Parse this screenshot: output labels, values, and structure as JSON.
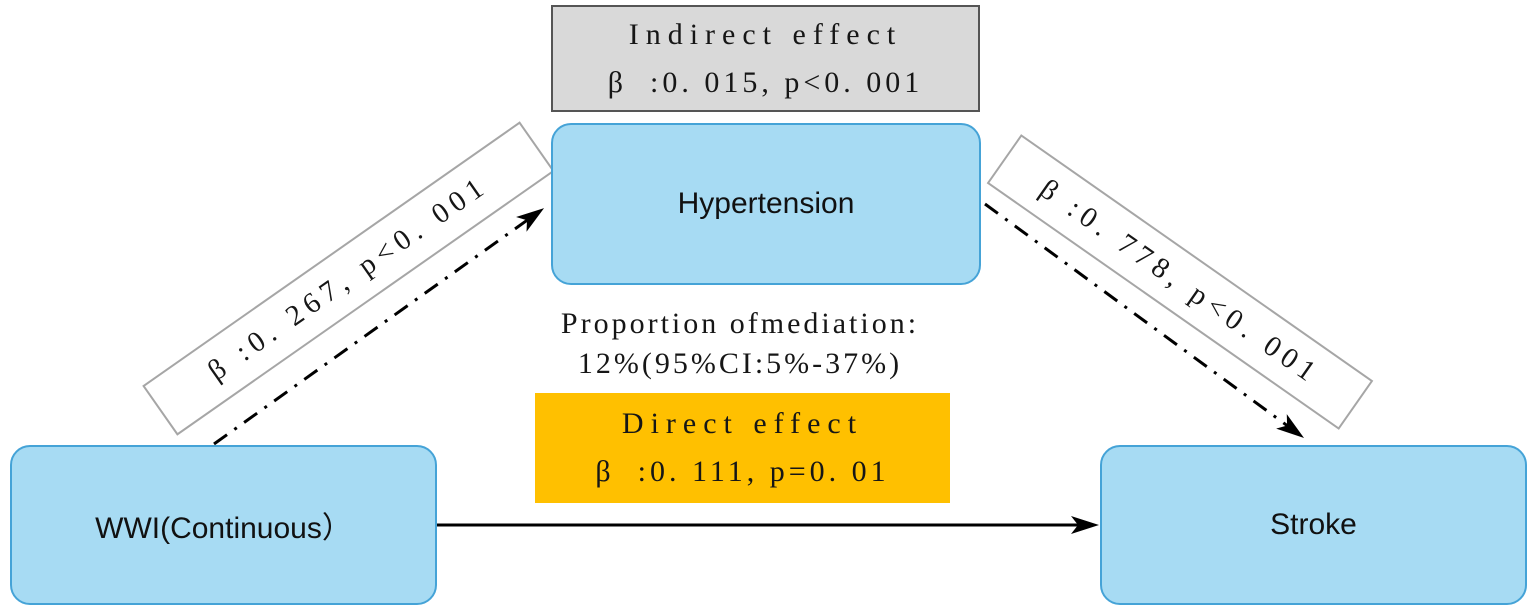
{
  "figure": {
    "nodes": {
      "exposure": "WWI(Continuous）",
      "mediator": "Hypertension",
      "outcome": "Stroke"
    },
    "paths": {
      "a_coefficient": "β :0. 267, p<0. 001",
      "b_coefficient": "β :0. 778, p<0. 001"
    },
    "indirect_effect": {
      "title": "Indirect effect",
      "stat": "β  :0. 015, p<0. 001"
    },
    "direct_effect": {
      "title": "Direct effect",
      "stat": "β  :0. 111, p=0. 01"
    },
    "proportion": {
      "line1": "Proportion ofmediation:",
      "line2": "12%(95%CI:5%-37%)"
    },
    "colors": {
      "node_fill": "#a7dbf3",
      "node_border": "#45a3d7",
      "indirect_fill": "#d9d9d9",
      "indirect_border": "#555555",
      "direct_fill": "#ffc000",
      "edge_label_border": "#a6a6a6",
      "arrow": "#000000"
    }
  }
}
